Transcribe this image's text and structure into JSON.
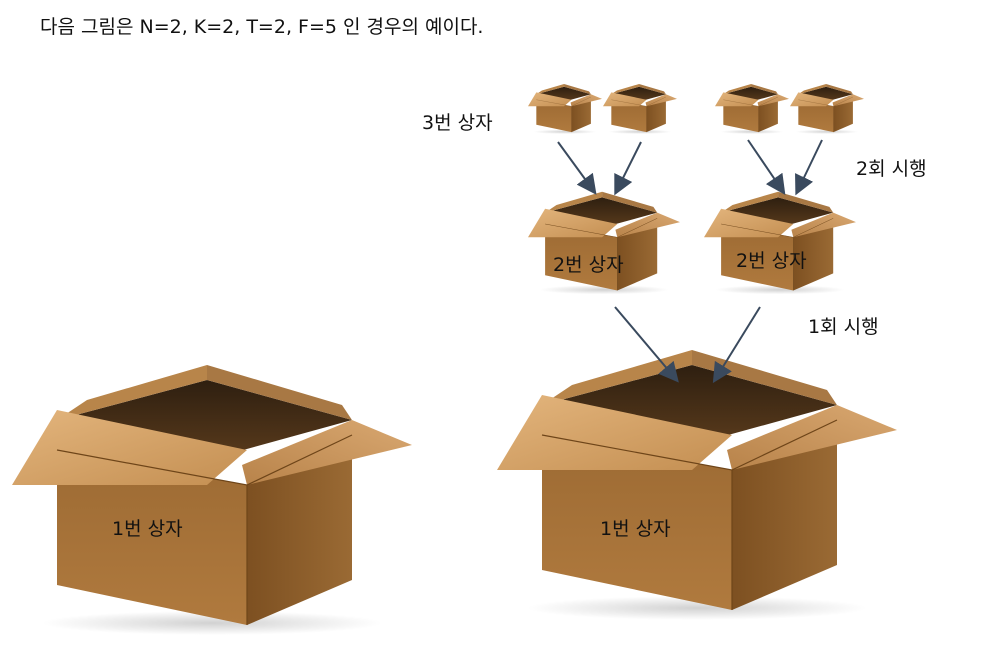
{
  "caption": "다음 그림은 N=2, K=2, T=2, F=5 인 경우의 예이다.",
  "labels": {
    "box1_left": "1번 상자",
    "box1_right": "1번 상자",
    "box2_left": "2번 상자",
    "box2_right": "2번 상자",
    "box3": "3번 상자",
    "round1": "1회 시행",
    "round2": "2회 시행"
  },
  "colors": {
    "box_front": "#a87439",
    "box_side": "#8a5a26",
    "box_inside": "#3e2a16",
    "flap_light": "#d6a66c",
    "flap_mid": "#c28f55",
    "arrow": "#3a4a5e"
  },
  "icons": [
    "cardboard-box-icon",
    "arrow-icon"
  ]
}
